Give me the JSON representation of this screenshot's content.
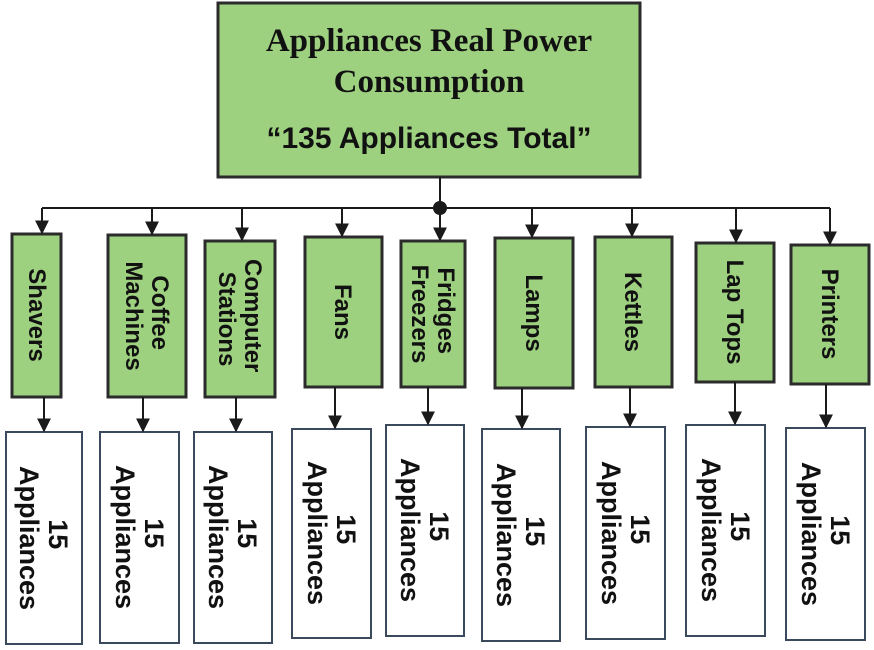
{
  "root": {
    "title_lines": [
      "Appliances Real Power",
      "Consumption"
    ],
    "subtitle": "“135 Appliances Total”"
  },
  "categories": [
    {
      "lines": [
        "Shavers"
      ],
      "count_lines": [
        "15",
        "Appliances"
      ]
    },
    {
      "lines": [
        "Coffee",
        "Machines"
      ],
      "count_lines": [
        "15",
        "Appliances"
      ]
    },
    {
      "lines": [
        "Computer",
        "Stations"
      ],
      "count_lines": [
        "15",
        "Appliances"
      ]
    },
    {
      "lines": [
        "Fans"
      ],
      "count_lines": [
        "15",
        "Appliances"
      ]
    },
    {
      "lines": [
        "Fridges",
        "Freezers"
      ],
      "count_lines": [
        "15",
        "Appliances"
      ]
    },
    {
      "lines": [
        "Lamps"
      ],
      "count_lines": [
        "15",
        "Appliances"
      ]
    },
    {
      "lines": [
        "Kettles"
      ],
      "count_lines": [
        "15",
        "Appliances"
      ]
    },
    {
      "lines": [
        "Lap Tops"
      ],
      "count_lines": [
        "15",
        "Appliances"
      ]
    },
    {
      "lines": [
        "Printers"
      ],
      "count_lines": [
        "15",
        "Appliances"
      ]
    }
  ],
  "colors": {
    "green_fill": "#9dd07f",
    "border": "#2b2b2b",
    "count_border": "#3a4a5c",
    "line": "#1a1a1a"
  }
}
